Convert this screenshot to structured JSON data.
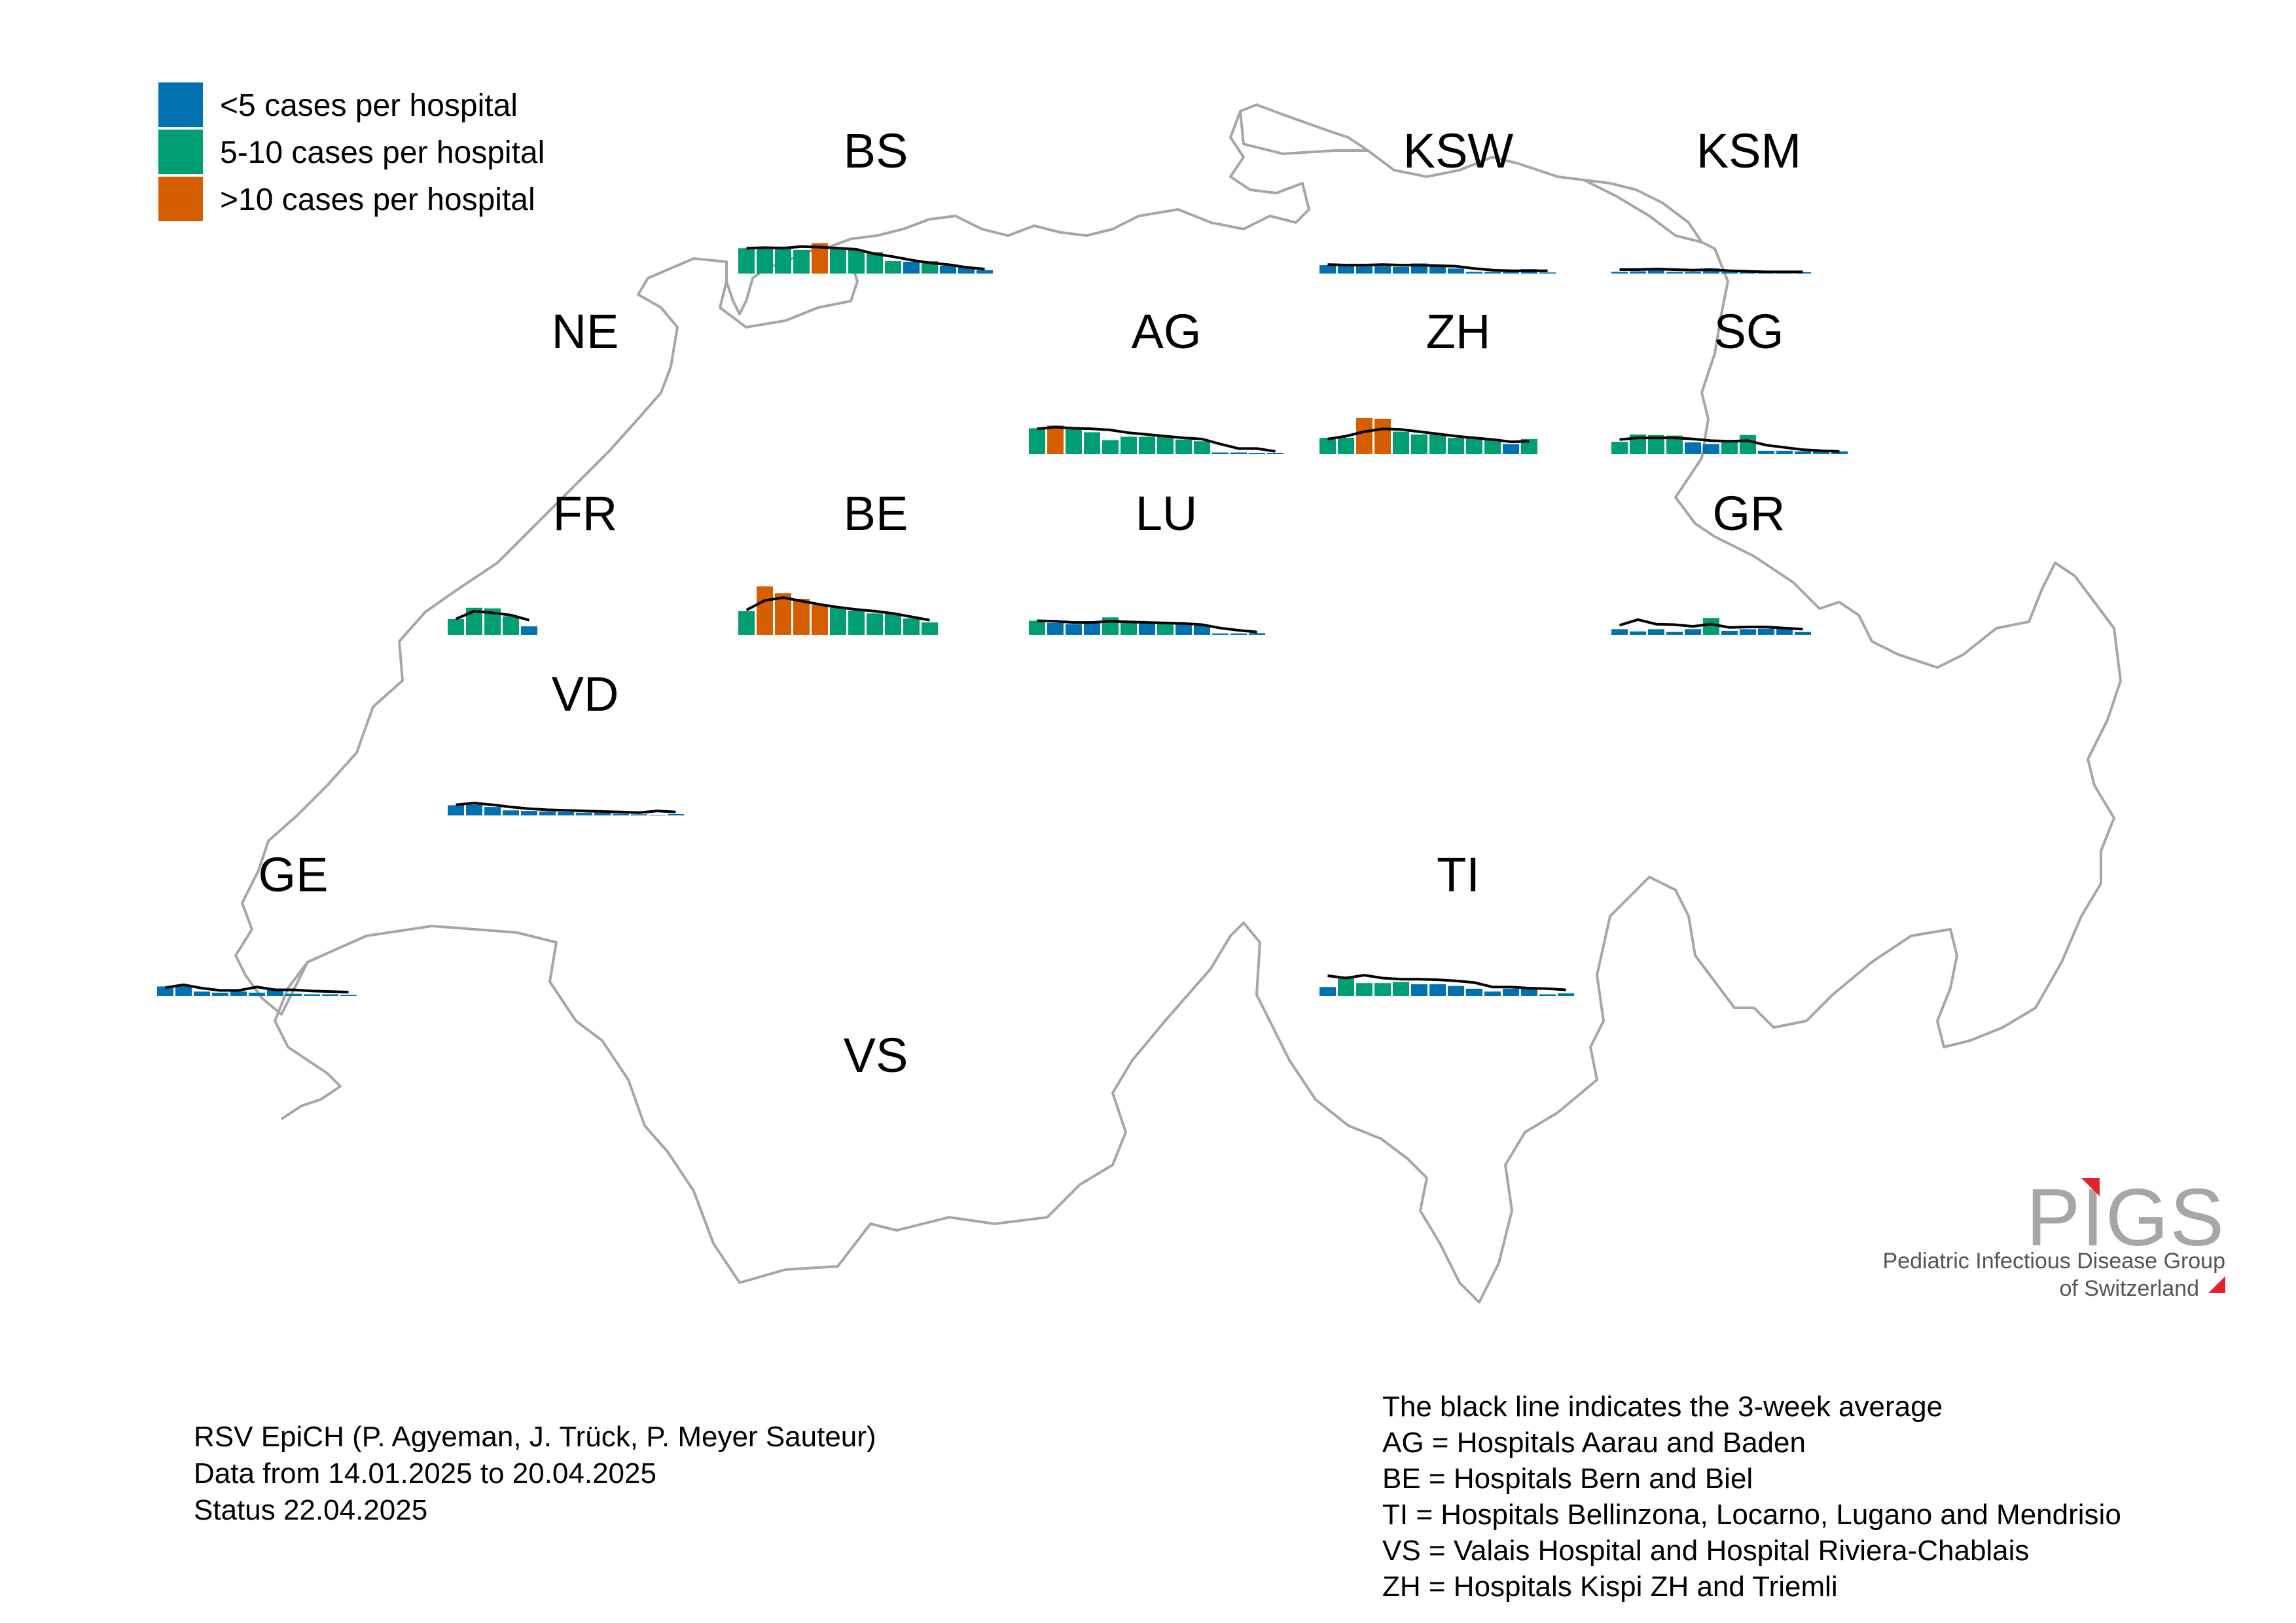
{
  "legend": [
    {
      "label": "<5 cases per hospital",
      "color": "#0072B2"
    },
    {
      "label": "5-10 cases per hospital",
      "color": "#009E73"
    },
    {
      "label": ">10 cases per hospital",
      "color": "#D55E00"
    }
  ],
  "colors": {
    "border": "#a6a6a6",
    "average_line": "#000000"
  },
  "regions": [
    {
      "code": "BS",
      "series": {
        "cases": [
          4.5,
          4.4,
          4.8,
          4.2,
          5.4,
          4.6,
          4.2,
          3.8,
          2.2,
          2.1,
          2.2,
          1.4,
          1.2,
          0.6
        ],
        "avg": [
          4.5,
          4.6,
          4.5,
          4.8,
          4.7,
          4.5,
          4.3,
          3.5,
          3.0,
          2.4,
          1.9,
          1.6,
          1.1,
          0.8
        ]
      }
    },
    {
      "code": "KSW",
      "series": {
        "cases": [
          1.5,
          1.6,
          1.6,
          1.3,
          1.2,
          1.8,
          1.3,
          0.9,
          0.3,
          0.3,
          0.5,
          0.8,
          0.2
        ],
        "avg": [
          1.6,
          1.5,
          1.5,
          1.6,
          1.5,
          1.5,
          1.4,
          1.3,
          0.9,
          0.6,
          0.5,
          0.5,
          0.5
        ]
      }
    },
    {
      "code": "KSM",
      "series": {
        "cases": [
          0.3,
          0.4,
          0.9,
          0.3,
          0.3,
          0.9,
          0.0,
          0.0,
          0.0,
          0.0,
          0.0
        ],
        "avg": [
          0.7,
          0.7,
          0.8,
          0.7,
          0.6,
          0.7,
          0.5,
          0.4,
          0.3,
          0.3,
          0.3
        ]
      }
    },
    {
      "code": "NE",
      "series": {
        "cases": [],
        "avg": []
      }
    },
    {
      "code": "AG",
      "series": {
        "cases": [
          4.6,
          5.1,
          4.5,
          3.9,
          2.5,
          3.1,
          3.1,
          3.1,
          2.6,
          2.3,
          0.3,
          0.3,
          0.0,
          0.0
        ],
        "avg": [
          4.5,
          4.8,
          4.6,
          4.5,
          4.3,
          3.8,
          3.5,
          3.2,
          2.9,
          2.7,
          1.8,
          1.0,
          1.0,
          0.5
        ]
      }
    },
    {
      "code": "ZH",
      "series": {
        "cases": [
          2.9,
          2.9,
          6.4,
          6.3,
          4.0,
          3.5,
          3.5,
          2.9,
          3.0,
          2.5,
          1.8,
          2.7
        ],
        "avg": [
          2.7,
          3.2,
          4.0,
          4.5,
          4.4,
          4.0,
          3.6,
          3.2,
          2.9,
          2.6,
          2.2,
          2.3
        ]
      }
    },
    {
      "code": "SG",
      "series": {
        "cases": [
          2.2,
          3.5,
          3.4,
          3.3,
          2.1,
          1.8,
          2.2,
          3.4,
          0.6,
          0.6,
          0.5,
          0.6,
          0.5
        ],
        "avg": [
          2.6,
          2.9,
          2.9,
          2.9,
          2.7,
          2.4,
          2.3,
          2.4,
          1.6,
          1.2,
          0.8,
          0.6,
          0.5
        ]
      }
    },
    {
      "code": "FR",
      "series": {
        "cases": [
          2.8,
          4.8,
          4.7,
          3.3,
          1.5
        ],
        "avg": [
          2.8,
          4.2,
          3.9,
          3.5,
          2.6
        ]
      }
    },
    {
      "code": "BE",
      "series": {
        "cases": [
          4.2,
          8.6,
          7.4,
          6.4,
          5.3,
          4.9,
          4.3,
          3.8,
          3.8,
          2.9,
          2.2
        ],
        "avg": [
          4.4,
          6.1,
          6.6,
          6.0,
          5.4,
          4.9,
          4.5,
          4.2,
          3.8,
          3.2,
          2.6
        ]
      }
    },
    {
      "code": "LU",
      "series": {
        "cases": [
          2.5,
          2.1,
          1.9,
          2.1,
          3.1,
          2.4,
          2.1,
          2.2,
          2.1,
          1.8,
          0.0,
          0.0,
          0.3
        ],
        "avg": [
          2.5,
          2.4,
          2.2,
          2.2,
          2.4,
          2.3,
          2.2,
          2.1,
          2.0,
          1.8,
          1.2,
          0.8,
          0.5
        ]
      }
    },
    {
      "code": "GR",
      "series": {
        "cases": [
          1.0,
          0.6,
          1.0,
          0.5,
          1.0,
          3.0,
          0.7,
          1.0,
          1.1,
          1.2,
          0.5
        ],
        "avg": [
          1.7,
          2.7,
          1.9,
          1.8,
          1.5,
          1.9,
          1.3,
          1.4,
          1.4,
          1.2,
          1.0
        ]
      }
    },
    {
      "code": "VD",
      "series": {
        "cases": [
          1.8,
          1.9,
          1.5,
          0.9,
          0.8,
          0.7,
          0.6,
          0.5,
          0.5,
          0.3,
          0.2,
          0.1,
          0.0
        ],
        "avg": [
          1.9,
          2.2,
          1.9,
          1.5,
          1.2,
          1.0,
          0.9,
          0.8,
          0.7,
          0.6,
          0.5,
          0.8,
          0.6
        ]
      }
    },
    {
      "code": "GE",
      "series": {
        "cases": [
          1.7,
          1.9,
          0.8,
          0.6,
          0.8,
          0.6,
          1.3,
          0.4,
          0.3,
          0.3,
          0.0
        ],
        "avg": [
          1.5,
          2.0,
          1.4,
          1.0,
          1.0,
          1.6,
          1.1,
          1.1,
          0.9,
          0.8,
          0.7
        ]
      }
    },
    {
      "code": "TI",
      "series": {
        "cases": [
          1.6,
          3.2,
          2.3,
          2.3,
          2.5,
          2.1,
          2.1,
          1.8,
          1.3,
          0.8,
          1.3,
          1.5,
          0.3,
          0.5
        ],
        "avg": [
          3.6,
          3.2,
          3.7,
          3.2,
          3.0,
          3.0,
          2.9,
          2.7,
          2.4,
          1.6,
          1.6,
          1.4,
          1.3,
          1.1
        ]
      }
    },
    {
      "code": "VS",
      "series": {
        "cases": [],
        "avg": []
      }
    }
  ],
  "footer_left": [
    "RSV EpiCH (P.  Agyeman, J. Trück, P. Meyer Sauteur)",
    "Data from 14.01.2025 to 20.04.2025",
    "Status 22.04.2025"
  ],
  "footer_right": [
    "The black line indicates the 3-week  average",
    "AG = Hospitals Aarau and Baden",
    "BE = Hospitals Bern and Biel",
    "TI = Hospitals Bellinzona, Locarno, Lugano and Mendrisio",
    "VS = Valais Hospital and Hospital Riviera-Chablais",
    "ZH = Hospitals Kispi ZH and Triemli"
  ],
  "logo": {
    "wordmark": "PIGS",
    "line1": "Pediatric Infectious Disease Group",
    "line2": "of Switzerland",
    "accent_color": "#e8202a"
  }
}
